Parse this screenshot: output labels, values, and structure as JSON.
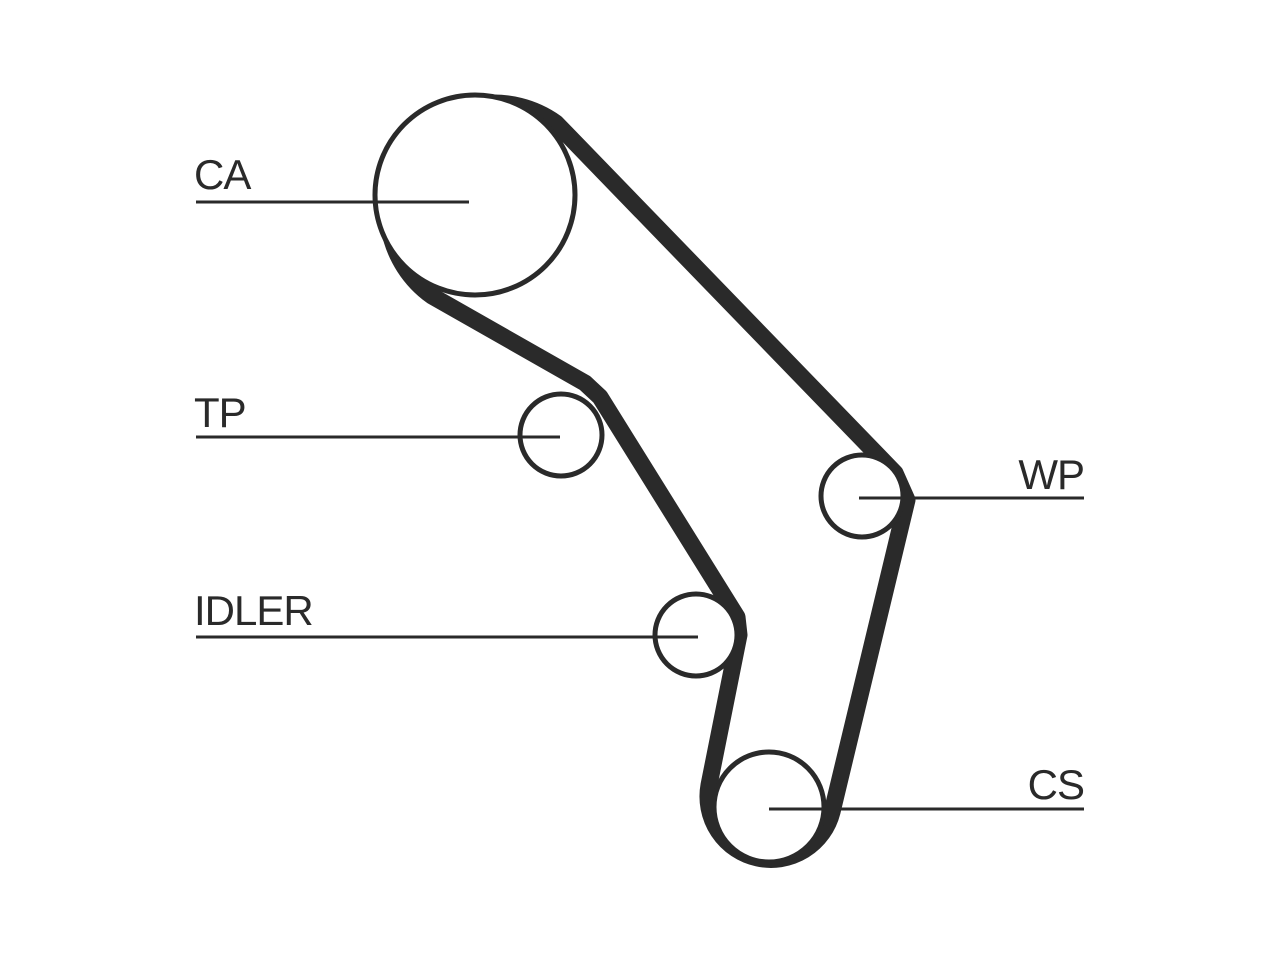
{
  "labels": {
    "ca": "CA",
    "tp": "TP",
    "idler": "IDLER",
    "wp": "WP",
    "cs": "CS"
  },
  "colors": {
    "belt": "#2a2a2a",
    "background": "#ffffff"
  }
}
